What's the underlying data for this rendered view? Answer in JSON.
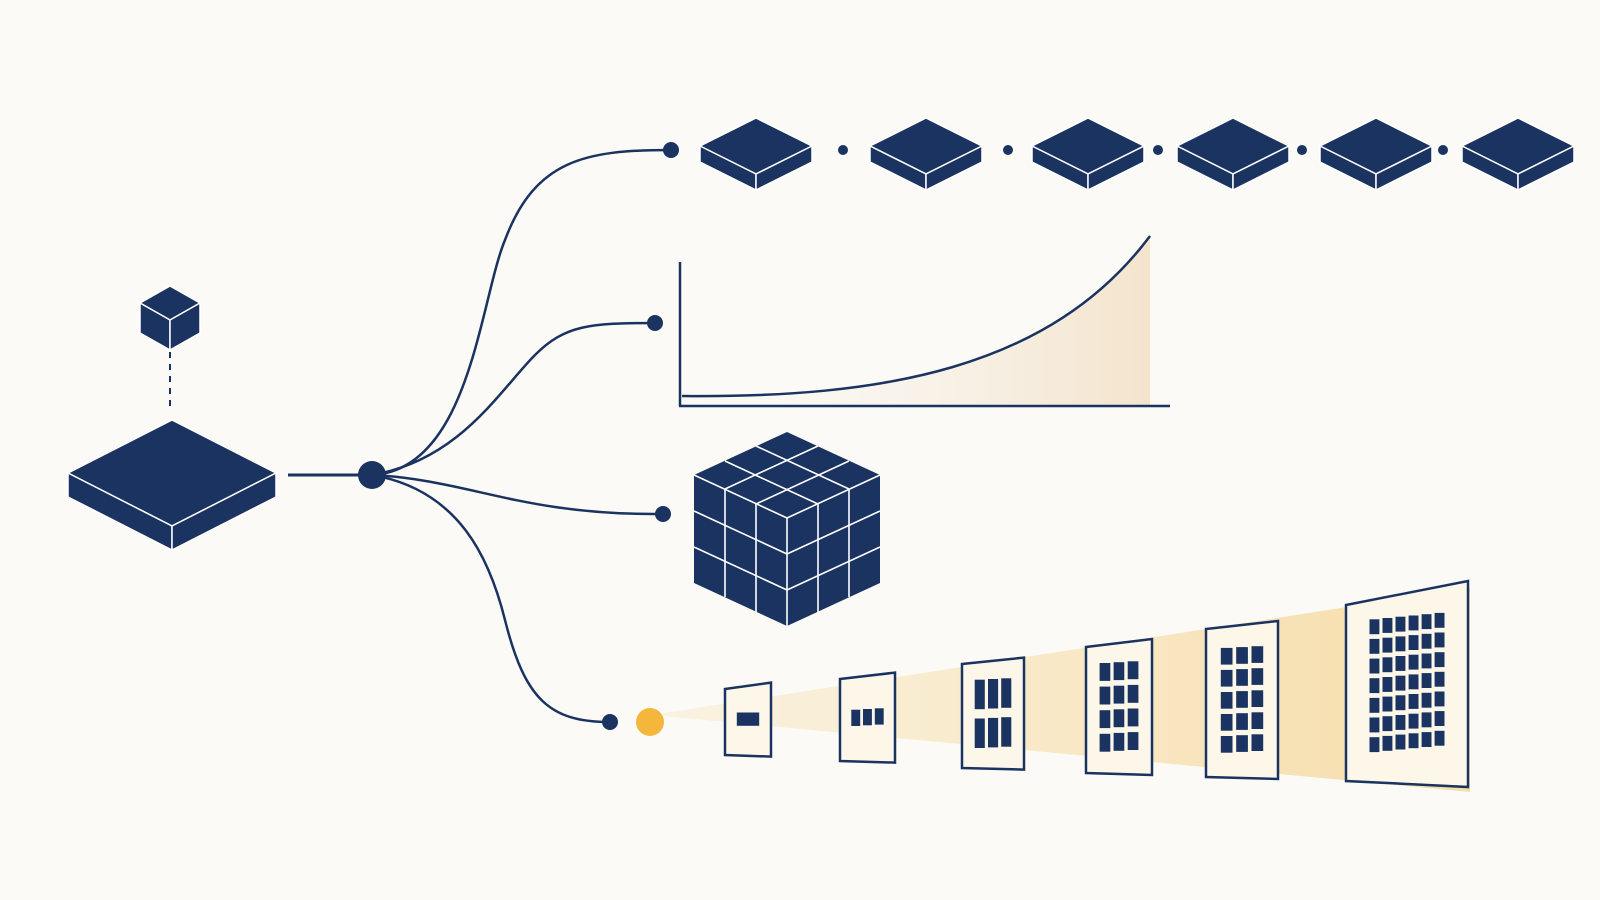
{
  "colors": {
    "background": "#fbfaf6",
    "primary": "#1b3360",
    "accent": "#f4b73c",
    "fill_light": "#f4eadc",
    "beam": "#f6dca6",
    "panel_bg": "#fdf7ea",
    "edge": "#ffffff"
  },
  "diagram": {
    "source": {
      "small_cube_icon": "cube-icon",
      "base_slab_icon": "slab-icon",
      "hub_icon": "node-dot-icon"
    },
    "branches": [
      {
        "id": "sequence",
        "icon": "tile-sequence-icon",
        "tile_count": 6
      },
      {
        "id": "growth",
        "icon": "exponential-curve-icon"
      },
      {
        "id": "volume",
        "icon": "grid-cube-icon",
        "cube_grid": 3
      },
      {
        "id": "projection",
        "icon": "projection-panels-icon",
        "panel_cells": [
          1,
          3,
          6,
          12,
          15,
          42
        ]
      }
    ]
  }
}
